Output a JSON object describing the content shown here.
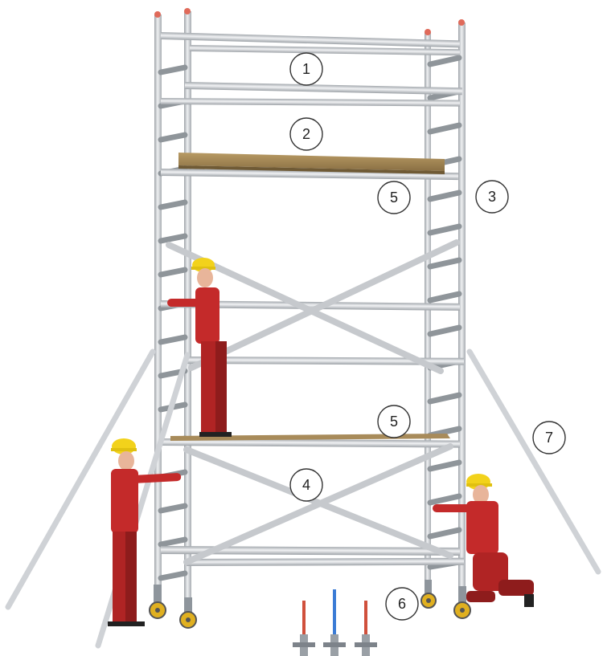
{
  "callouts": [
    {
      "label": "1"
    },
    {
      "label": "2"
    },
    {
      "label": "5"
    },
    {
      "label": "3"
    },
    {
      "label": "5"
    },
    {
      "label": "7"
    },
    {
      "label": "4"
    },
    {
      "label": "6"
    }
  ],
  "colors": {
    "tube": "#c9ccd0",
    "tube_edge": "#9ea3a8",
    "board": "#a88b5a",
    "board_dark": "#7d653d",
    "worker_suit": "#c42a2a",
    "worker_dark": "#8e1c1c",
    "helmet": "#f2d21b",
    "skin": "#e8b59a",
    "wheel": "#e0b020",
    "spigot_red": "#d0503c",
    "spigot_blue": "#3a7bd5"
  },
  "icons": [
    "worker-figure",
    "caster-wheel",
    "adjustable-leg"
  ]
}
